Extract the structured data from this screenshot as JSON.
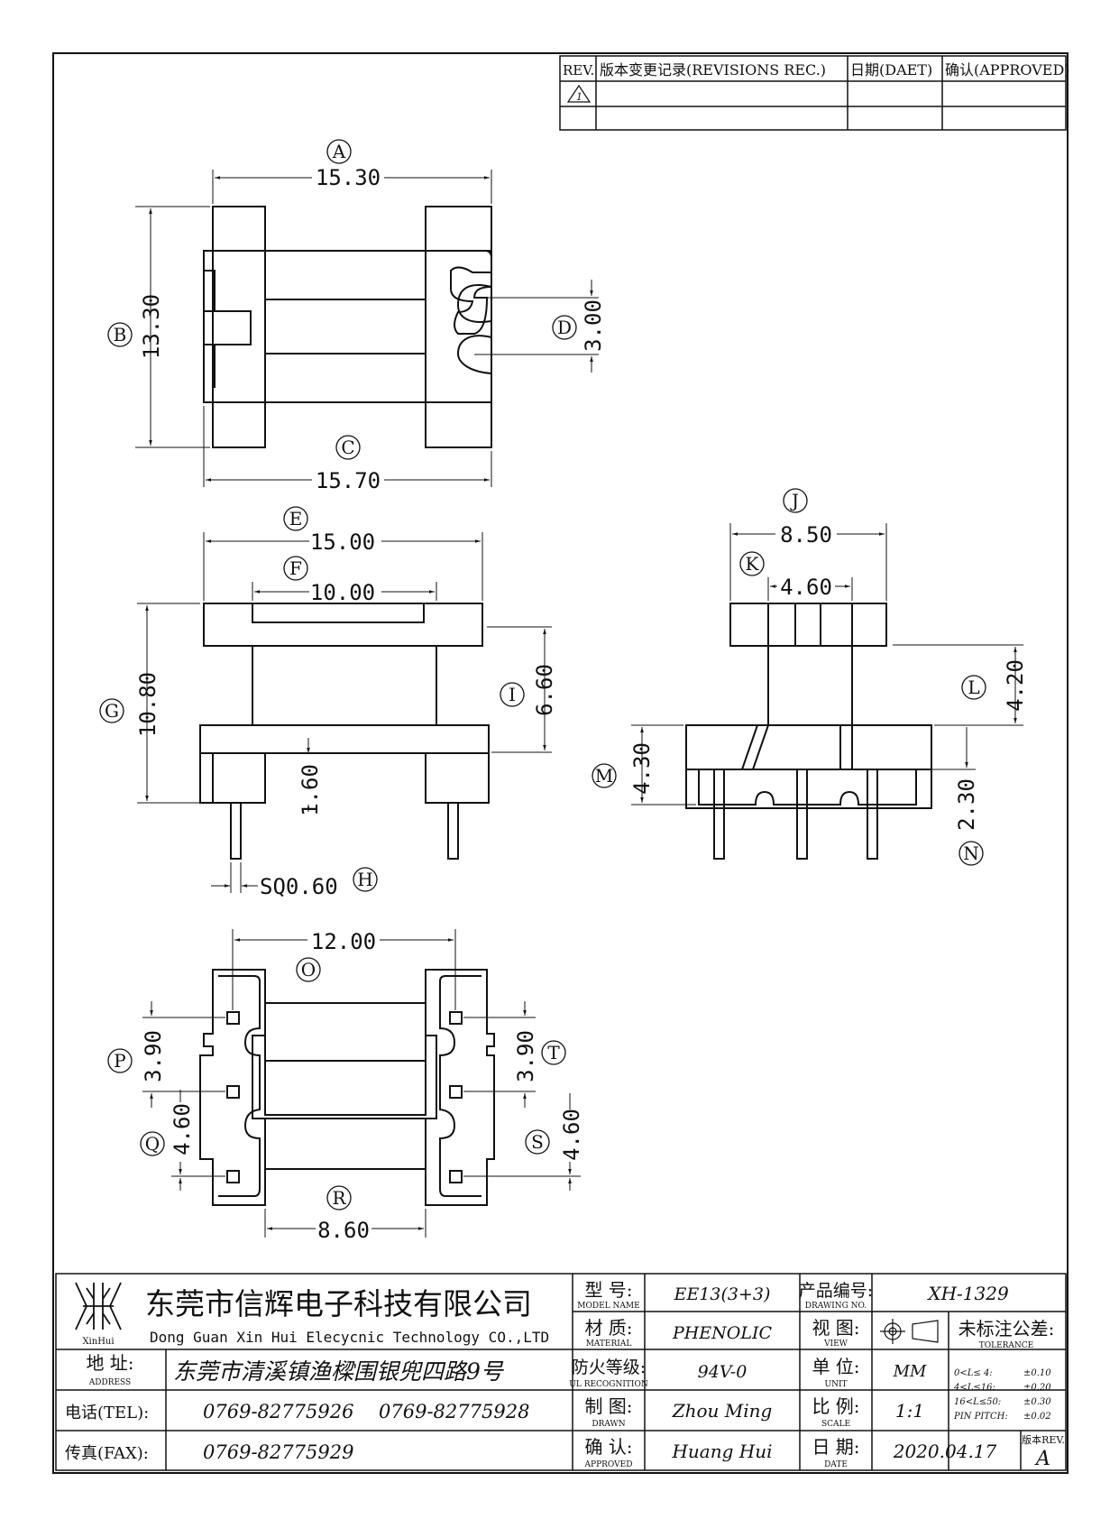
{
  "revisions": {
    "headers": [
      "REV.",
      "版本变更记录(REVISIONS REC.)",
      "日期(DAET)",
      "确认(APPROVED)"
    ],
    "row_mark": "1"
  },
  "dimensions": {
    "A": {
      "letter": "A",
      "value": "15.30"
    },
    "B": {
      "letter": "B",
      "value": "13.30"
    },
    "C": {
      "letter": "C",
      "value": "15.70"
    },
    "D": {
      "letter": "D",
      "value": "3.00"
    },
    "E": {
      "letter": "E",
      "value": "15.00"
    },
    "F": {
      "letter": "F",
      "value": "10.00"
    },
    "G": {
      "letter": "G",
      "value": "10.80"
    },
    "H": {
      "letter": "H",
      "value": "SQ0.60"
    },
    "I": {
      "letter": "I",
      "value": "6.60"
    },
    "pin_len": {
      "value": "1.60"
    },
    "J": {
      "letter": "J",
      "value": "8.50"
    },
    "K": {
      "letter": "K",
      "value": "4.60"
    },
    "L": {
      "letter": "L",
      "value": "4.20"
    },
    "M": {
      "letter": "M",
      "value": "4.30"
    },
    "N": {
      "letter": "N",
      "value": "2.30"
    },
    "O": {
      "letter": "O",
      "value": "12.00"
    },
    "P": {
      "letter": "P",
      "value": "3.90"
    },
    "Q": {
      "letter": "Q",
      "value": "4.60"
    },
    "R": {
      "letter": "R",
      "value": "8.60"
    },
    "S": {
      "letter": "S",
      "value": "4.60"
    },
    "T": {
      "letter": "T",
      "value": "3.90"
    }
  },
  "title_block": {
    "logo_text": "XinHui",
    "company_cn": "东莞市信辉电子科技有限公司",
    "company_en": "Dong Guan Xin Hui Elecycnic Technology CO.,LTD",
    "address_label": "地  址:",
    "address_label_en": "ADDRESS",
    "address": "东莞市清溪镇渔樑围银兜四路9号",
    "tel_label": "电话(TEL):",
    "tel1": "0769-82775926",
    "tel2": "0769-82775928",
    "fax_label": "传真(FAX):",
    "fax": "0769-82775929",
    "model_label": "型  号:",
    "model_label_en": "MODEL NAME",
    "model": "EE13(3+3)",
    "material_label": "材  质:",
    "material_label_en": "MATERIAL",
    "material": "PHENOLIC",
    "ul_label": "防火等级:",
    "ul_label_en": "UL RECOGNITION",
    "ul": "94V-0",
    "drawn_label": "制  图:",
    "drawn_label_en": "DRAWN",
    "drawn": "Zhou Ming",
    "approved_label": "确  认:",
    "approved_label_en": "APPROVED",
    "approved": "Huang Hui",
    "drawing_no_label": "产品编号:",
    "drawing_no_label_en": "DRAWING NO.",
    "drawing_no": "XH-1329",
    "view_label": "视  图:",
    "view_label_en": "VIEW",
    "unit_label": "单  位:",
    "unit_label_en": "UNIT",
    "unit": "MM",
    "scale_label": "比  例:",
    "scale_label_en": "SCALE",
    "scale": "1:1",
    "date_label": "日  期:",
    "date_label_en": "DATE",
    "date": "2020.04.17",
    "tolerance_title": "未标注公差:",
    "tolerance_en": "TOLERANCE",
    "tolerances": [
      {
        "range": "0<L≤ 4:",
        "value": "±0.10"
      },
      {
        "range": "4<L≤16:",
        "value": "±0.20"
      },
      {
        "range": "16<L≤50:",
        "value": "±0.30"
      },
      {
        "range": "PIN PITCH:",
        "value": "±0.02"
      }
    ],
    "rev_label": "版本REV.",
    "rev": "A"
  }
}
